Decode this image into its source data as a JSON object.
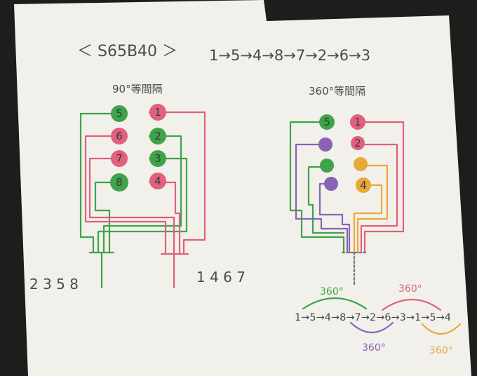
{
  "engine_code": "＜ S65B40 ＞",
  "firing_order_top": "1→5→4→8→7→2→6→3",
  "left": {
    "heading": "90°等間隔",
    "group_green_label": "2 3 5 8",
    "group_pink_label": "1 4 6 7",
    "cyl_5": "5",
    "cyl_6": "6",
    "cyl_7": "7",
    "cyl_8": "8",
    "cyl_1": "1",
    "cyl_2": "2",
    "cyl_3": "3",
    "cyl_4": "4"
  },
  "right": {
    "heading": "360°等間隔",
    "cyl_5": "5",
    "cyl_1": "1",
    "cyl_2": "2",
    "cyl_4": "4",
    "firing_order_bottom": "1→5→4→8→7→2→6→3→1→5→4",
    "arc_labels": [
      "360°",
      "360°",
      "360°",
      "360°"
    ]
  },
  "colors": {
    "paper": "#f2f0ea",
    "background": "#1f1d1c",
    "green": "#3fa34a",
    "pink": "#e0607d",
    "purple": "#8a62b8",
    "orange": "#e8a93a"
  }
}
